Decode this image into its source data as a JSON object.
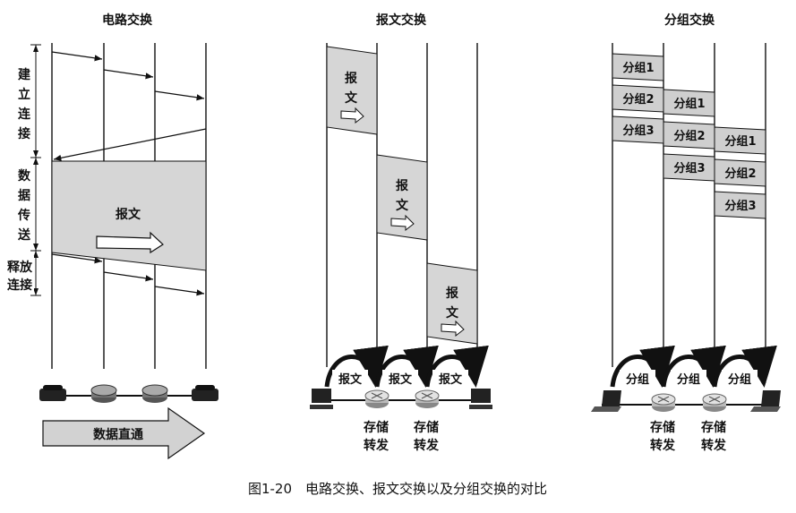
{
  "circuit": {
    "title": "电路交换",
    "phase_setup": [
      "建",
      "立",
      "连",
      "接"
    ],
    "phase_transfer": [
      "数",
      "据",
      "传",
      "送"
    ],
    "phase_release_1": "释放",
    "phase_release_2": "连接",
    "block_label": "报文",
    "direct_label": "数据直通"
  },
  "message": {
    "title": "报文交换",
    "blocks": [
      {
        "line1": "报",
        "line2": "文"
      },
      {
        "line1": "报",
        "line2": "文"
      },
      {
        "line1": "报",
        "line2": "文"
      }
    ],
    "hops": [
      "报文",
      "报文",
      "报文"
    ],
    "store_forward": [
      {
        "line1": "存储",
        "line2": "转发"
      },
      {
        "line1": "存储",
        "line2": "转发"
      }
    ]
  },
  "packet": {
    "title": "分组交换",
    "packets": [
      "分组1",
      "分组2",
      "分组3",
      "分组1",
      "分组2",
      "分组3",
      "分组1",
      "分组2",
      "分组3"
    ],
    "hops": [
      "分组",
      "分组",
      "分组"
    ],
    "store_forward": [
      {
        "line1": "存储",
        "line2": "转发"
      },
      {
        "line1": "存储",
        "line2": "转发"
      }
    ]
  },
  "caption": "图1-20　电路交换、报文交换以及分组交换的对比",
  "colors": {
    "block_fill": "#d6d6d6",
    "packet_fill": "#cfcfcf",
    "line": "#111111"
  }
}
